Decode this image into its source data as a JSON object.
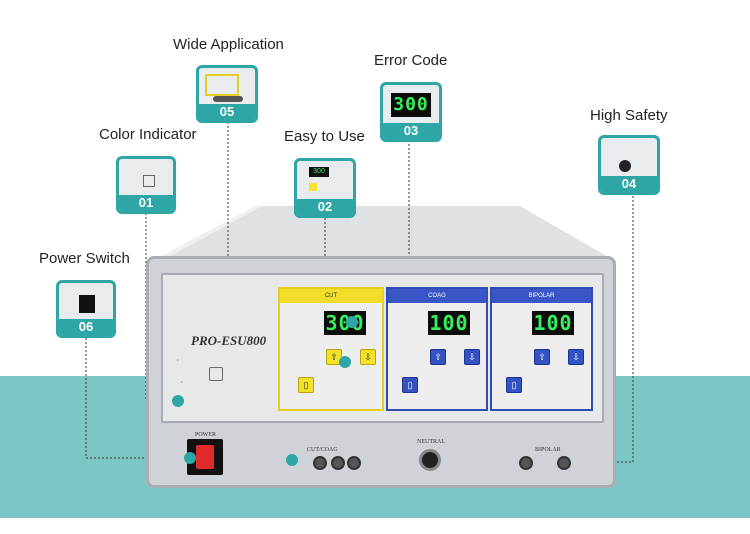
{
  "callouts": {
    "power_switch": {
      "label": "Power Switch",
      "num": "06"
    },
    "color_indicator": {
      "label": "Color Indicator",
      "num": "01"
    },
    "wide_application": {
      "label": "Wide Application",
      "num": "05"
    },
    "easy_to_use": {
      "label": "Easy to Use",
      "num": "02"
    },
    "error_code": {
      "label": "Error Code",
      "num": "03"
    },
    "high_safety": {
      "label": "High Safety",
      "num": "04"
    }
  },
  "device": {
    "brand": "PRO-ESU800",
    "cut_title": "CUT",
    "coag_title": "COAG",
    "bipolar_title": "BIPOLAR",
    "cut_display": "300",
    "coag_display": "100",
    "bipolar_display": "100",
    "error_thumb_display": "300",
    "power_label": "POWER",
    "cut_coag_label": "CUT/COAG",
    "neutral_label": "NEUTRAL",
    "bipolar_label": "BIPOLAR"
  },
  "colors": {
    "accent": "#2fa6a6",
    "cut_yellow": "#f1dd2a",
    "coag_blue": "#3856c5",
    "display_green": "#35ef5d"
  }
}
